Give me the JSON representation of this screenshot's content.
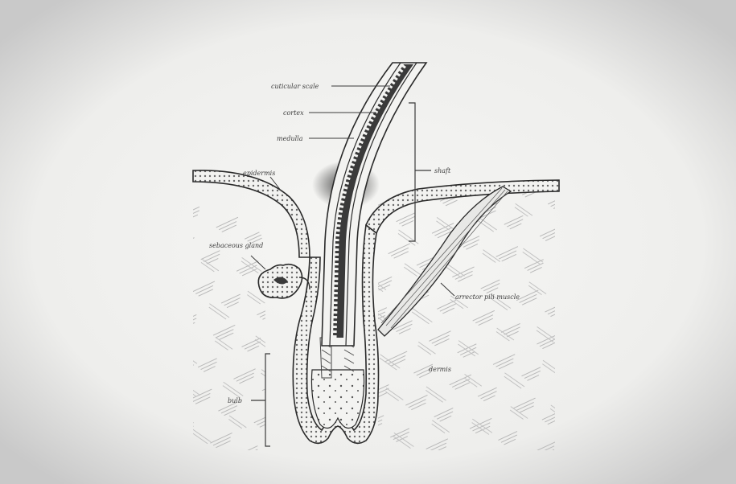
{
  "diagram": {
    "labels": {
      "cuticle_scale": "cuticular scale",
      "cortex": "cortex",
      "medulla": "medulla",
      "epidermis": "epidermis",
      "shaft": "shaft",
      "sebaceous_gland": "sebaceous gland",
      "arrector_pili": "arrector pili muscle",
      "dermis": "dermis",
      "bulb": "bulb"
    },
    "colors": {
      "paper": "#f4f4f2",
      "ink": "#2a2a2a",
      "vignette": "#9a9a9a"
    }
  }
}
